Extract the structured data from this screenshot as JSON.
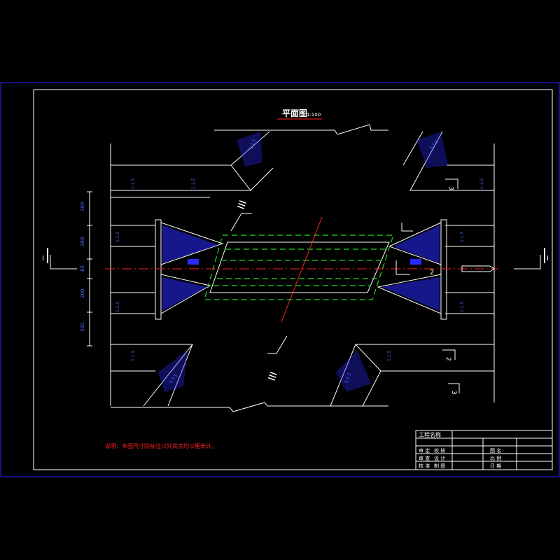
{
  "drawing": {
    "title": "平面图",
    "scale": "1:100",
    "note": "说明：本图尺寸除标注以外其余均以厘米计。",
    "section_marks": {
      "section_1_left": "I",
      "section_1_right": "I",
      "section_2": "2",
      "section_3_top": "III",
      "section_3_bottom": "III",
      "small_2": "2",
      "small_3": "3"
    },
    "slope_label": "1:1.5",
    "dimensions": [
      "300",
      "300",
      "80",
      "300",
      "300"
    ]
  },
  "title_block": {
    "project_name_label": "工程名称",
    "rows": [
      [
        "审 定",
        "校 核",
        "图 名",
        ""
      ],
      [
        "审 查",
        "设 计",
        "比 例",
        ""
      ],
      [
        "核 准",
        "制 图",
        "日 期",
        ""
      ]
    ]
  },
  "colors": {
    "frame": "#2a2aff",
    "lines": "#ffffff",
    "hatch": "#2a2aff",
    "dashed": "#22dd22",
    "centerline": "#ff2020"
  }
}
